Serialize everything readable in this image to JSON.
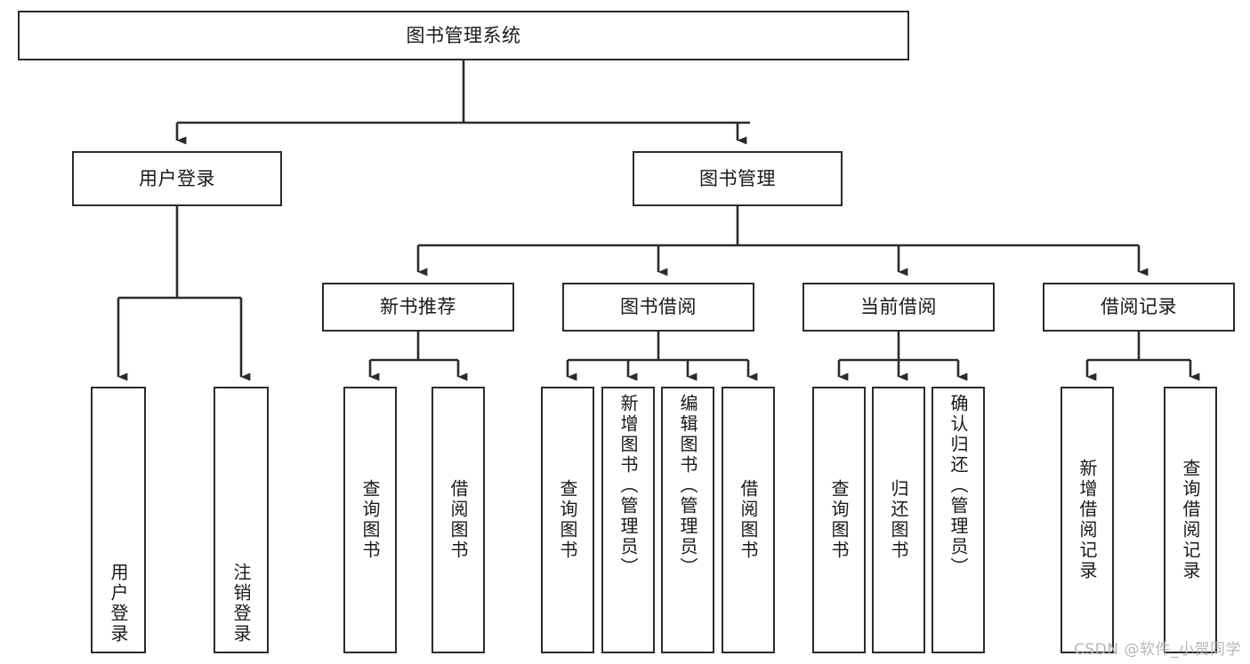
{
  "diagram": {
    "title": "图书管理系统",
    "type": "hierarchy-tree",
    "orientation": "top-down",
    "line_color": "#2b2b2b",
    "box_fill": "#ffffff",
    "text_color": "#1a1a1a",
    "levels": [
      {
        "level": 1,
        "nodes": [
          {
            "id": "root",
            "label": "图书管理系统"
          }
        ]
      },
      {
        "level": 2,
        "nodes": [
          {
            "id": "user-login",
            "label": "用户登录",
            "parent": "root"
          },
          {
            "id": "book-manage",
            "label": "图书管理",
            "parent": "root"
          }
        ]
      },
      {
        "level": 3,
        "nodes": [
          {
            "id": "new-book-rec",
            "label": "新书推荐",
            "parent": "book-manage"
          },
          {
            "id": "book-borrow",
            "label": "图书借阅",
            "parent": "book-manage"
          },
          {
            "id": "current-borrow",
            "label": "当前借阅",
            "parent": "book-manage"
          },
          {
            "id": "borrow-record",
            "label": "借阅记录",
            "parent": "book-manage"
          }
        ]
      },
      {
        "level": 4,
        "nodes": [
          {
            "id": "leaf-user-login",
            "label": "用户登录",
            "parent": "user-login"
          },
          {
            "id": "leaf-logout",
            "label": "注销登录",
            "parent": "user-login"
          },
          {
            "id": "leaf-query-book-1",
            "label": "查询图书",
            "parent": "new-book-rec"
          },
          {
            "id": "leaf-borrow-book-1",
            "label": "借阅图书",
            "parent": "new-book-rec"
          },
          {
            "id": "leaf-query-book-2",
            "label": "查询图书",
            "parent": "book-borrow"
          },
          {
            "id": "leaf-add-book",
            "label": "新增图书（管理员）",
            "parent": "book-borrow"
          },
          {
            "id": "leaf-edit-book",
            "label": "编辑图书（管理员）",
            "parent": "book-borrow"
          },
          {
            "id": "leaf-borrow-book-2",
            "label": "借阅图书",
            "parent": "book-borrow"
          },
          {
            "id": "leaf-query-book-3",
            "label": "查询图书",
            "parent": "current-borrow"
          },
          {
            "id": "leaf-return-book",
            "label": "归还图书",
            "parent": "current-borrow"
          },
          {
            "id": "leaf-confirm-return",
            "label": "确认归还（管理员）",
            "parent": "current-borrow"
          },
          {
            "id": "leaf-add-record",
            "label": "新增借阅记录",
            "parent": "borrow-record"
          },
          {
            "id": "leaf-query-record",
            "label": "查询借阅记录",
            "parent": "borrow-record"
          }
        ]
      }
    ]
  },
  "watermark": {
    "text": "CSDN @软件_小贺同学"
  }
}
